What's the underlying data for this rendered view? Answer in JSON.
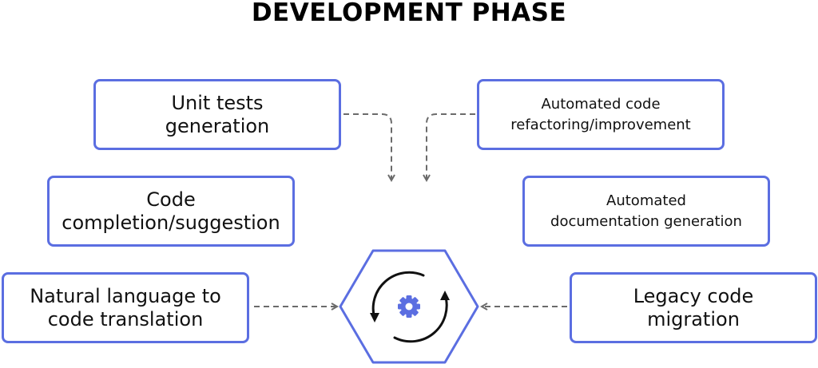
{
  "title": "DEVELOPMENT PHASE",
  "colors": {
    "accent": "#5b6ee1",
    "arrow": "#6b6b6b",
    "text": "#111111"
  },
  "center": {
    "icon": "gear-refresh-icon"
  },
  "boxes": {
    "unit_tests": "Unit tests\ngeneration",
    "refactoring": "Automated code\nrefactoring/improvement",
    "completion": "Code\ncompletion/suggestion",
    "documentation": "Automated\ndocumentation generation",
    "nl_translation": "Natural language to\ncode translation",
    "legacy": "Legacy code\nmigration"
  }
}
